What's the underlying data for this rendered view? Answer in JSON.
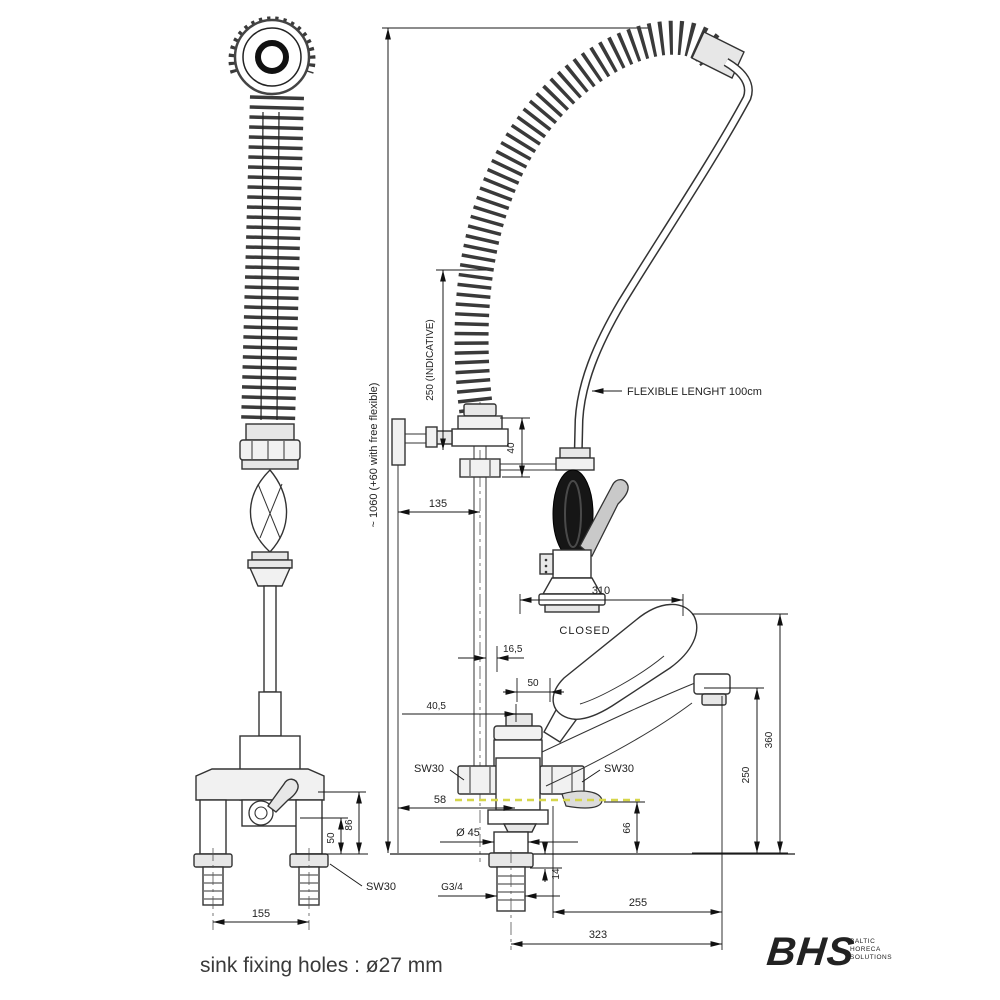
{
  "drawing": {
    "footer_note": "sink fixing holes : ø27 mm",
    "left_view": {
      "dim_50": "50",
      "dim_86": "86",
      "dim_155": "155",
      "sw30": "SW30"
    },
    "right_view": {
      "overall": "~ 1060 (+60 with free flexible)",
      "indicative": "250 (INDICATIVE)",
      "flexible": "FLEXIBLE LENGHT 100cm",
      "closed": "CLOSED",
      "d135": "135",
      "d40": "40",
      "d310": "310",
      "d16_5": "16,5",
      "d50": "50",
      "d40_5": "40,5",
      "sw30_left": "SW30",
      "sw30_right": "SW30",
      "d58": "58",
      "dia45": "Ø 45",
      "d66": "66",
      "d14": "14",
      "thread": "G3/4",
      "d255": "255",
      "d323": "323",
      "d360": "360",
      "d250": "250"
    },
    "logo": {
      "name": "BHS",
      "lines": [
        "BALTIC",
        "HORECA",
        "SOLUTIONS"
      ],
      "color": "#2f6cb3",
      "sub_color": "#8fb3d9"
    },
    "accent_yellow": "#d6d64a"
  }
}
